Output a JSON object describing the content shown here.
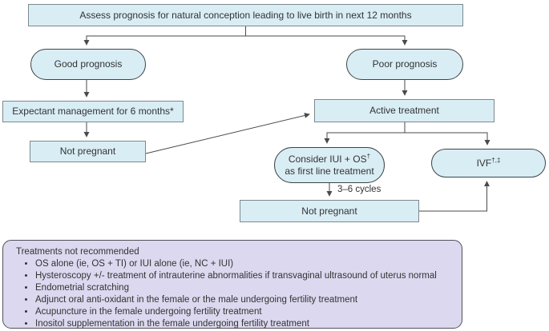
{
  "nodes": {
    "assess": {
      "label": "Assess prognosis for natural conception leading to live birth in next 12 months"
    },
    "good": {
      "label": "Good prognosis"
    },
    "poor": {
      "label": "Poor prognosis"
    },
    "expectant": {
      "label": "Expectant management for 6 months*"
    },
    "not_pregnant_left": {
      "label": "Not pregnant"
    },
    "active": {
      "label": "Active treatment"
    },
    "consider_iui": {
      "line1": "Consider IUI + OS",
      "line1_sup": "†",
      "line2": "as first line treatment"
    },
    "ivf": {
      "label": "IVF",
      "sup": "†,‡"
    },
    "cycles_label": "3–6 cycles",
    "not_pregnant_bottom": {
      "label": "Not pregnant"
    }
  },
  "not_recommended": {
    "title": "Treatments not recommended",
    "items": [
      "OS alone (ie, OS + TI) or IUI alone (ie, NC + IUI)",
      "Hysteroscopy +/- treatment of intrauterine abnormalities if transvaginal ultrasound of uterus normal",
      "Endometrial scratching",
      "Adjunct oral anti-oxidant in the female or the male undergoing fertility treatment",
      "Acupuncture in the female undergoing fertility treatment",
      "Inositol supplementation in the female undergoing fertility treatment"
    ]
  },
  "colors": {
    "node_fill": "#d9edf5",
    "rect_border": "#7c898e",
    "stadium_border": "#3e4446",
    "note_fill": "#dcd8ef",
    "note_border": "#50505a",
    "line": "#4a4a4a",
    "text": "#333333"
  }
}
